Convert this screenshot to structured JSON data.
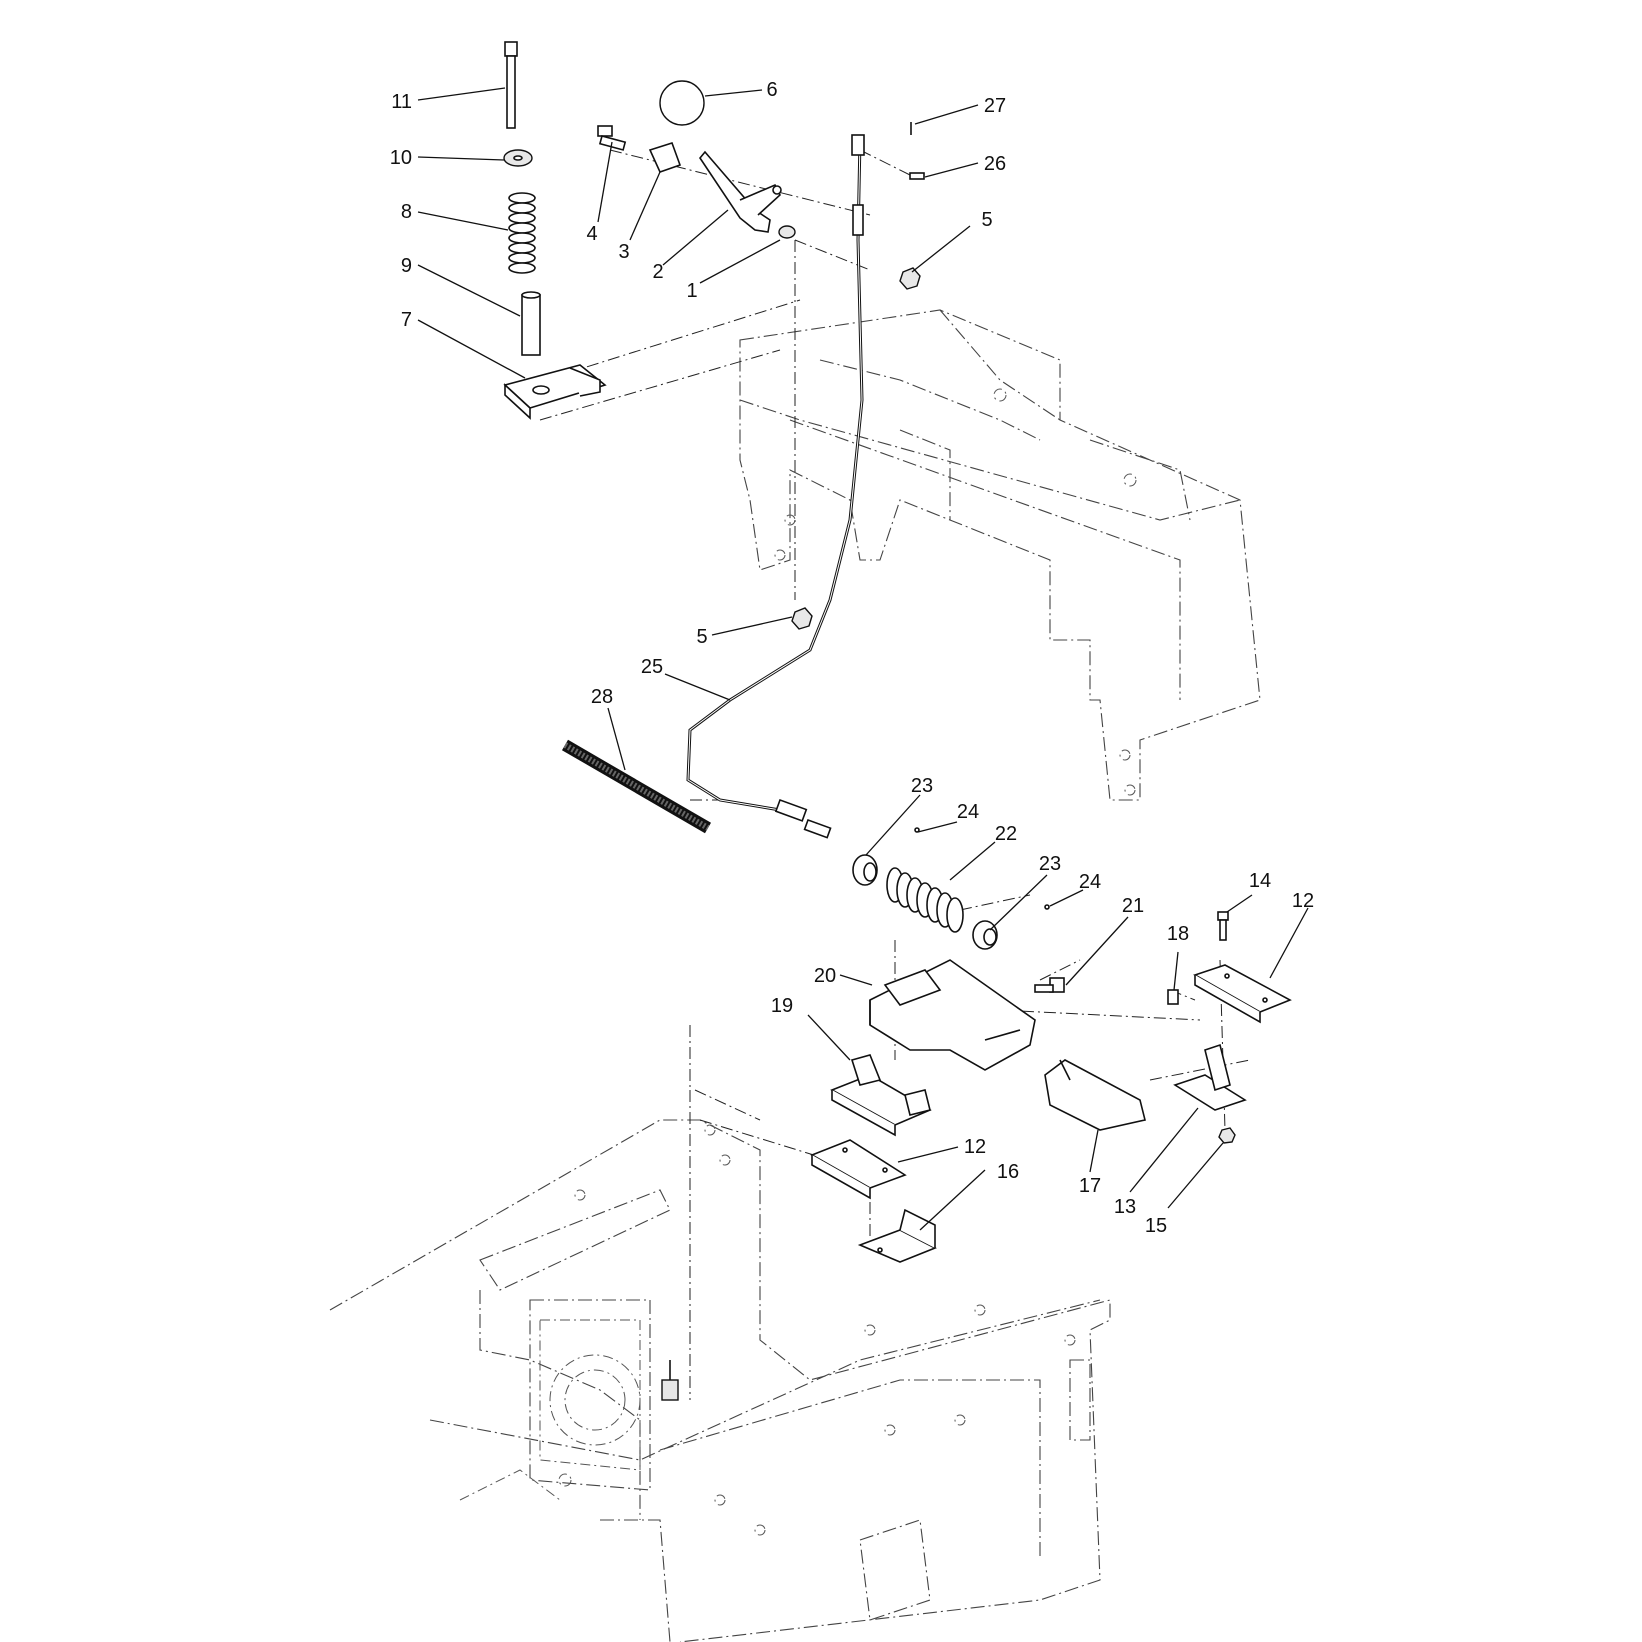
{
  "callouts": {
    "c1": "1",
    "c2": "2",
    "c3": "3",
    "c4": "4",
    "c5a": "5",
    "c5b": "5",
    "c6": "6",
    "c7": "7",
    "c8": "8",
    "c9": "9",
    "c10": "10",
    "c11": "11",
    "c12a": "12",
    "c12b": "12",
    "c13": "13",
    "c14": "14",
    "c15": "15",
    "c16": "16",
    "c17": "17",
    "c18": "18",
    "c19": "19",
    "c20": "20",
    "c21": "21",
    "c22": "22",
    "c23a": "23",
    "c23b": "23",
    "c24a": "24",
    "c24b": "24",
    "c25": "25",
    "c26": "26",
    "c27": "27",
    "c28": "28"
  }
}
